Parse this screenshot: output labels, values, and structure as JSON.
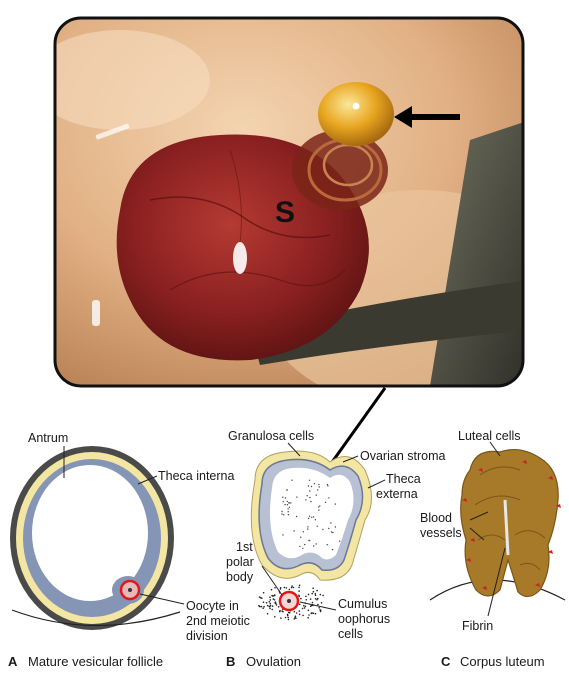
{
  "photo": {
    "marker_letter": "S",
    "colors": {
      "tissue": "#d9a779",
      "cyst": "#8a2020",
      "follicle": "#e8a620",
      "frame": "#111111"
    }
  },
  "panel_a": {
    "letter": "A",
    "caption": "Mature vesicular follicle",
    "labels": {
      "antrum": "Antrum",
      "theca_interna": "Theca interna",
      "oocyte_l1": "Oocyte in",
      "oocyte_l2": "2nd meiotic",
      "oocyte_l3": "division"
    },
    "colors": {
      "outer": "#4a4a4a",
      "yellow": "#f3e6a2",
      "granulosa": "#8595b5",
      "antrum": "#ffffff",
      "oocyte_ring": "#e01818"
    }
  },
  "panel_b": {
    "letter": "B",
    "caption": "Ovulation",
    "labels": {
      "granulosa": "Granulosa cells",
      "ovarian_stroma": "Ovarian stroma",
      "theca_l1": "Theca",
      "theca_l2": "externa",
      "polar_l1": "1st",
      "polar_l2": "polar",
      "polar_l3": "body",
      "cumulus_l1": "Cumulus",
      "cumulus_l2": "oophorus",
      "cumulus_l3": "cells"
    }
  },
  "panel_c": {
    "letter": "C",
    "caption": "Corpus luteum",
    "labels": {
      "luteal": "Luteal cells",
      "blood_l1": "Blood",
      "blood_l2": "vessels",
      "fibrin": "Fibrin"
    },
    "colors": {
      "luteal": "#a77a2a",
      "vessel": "#cc2222"
    }
  }
}
